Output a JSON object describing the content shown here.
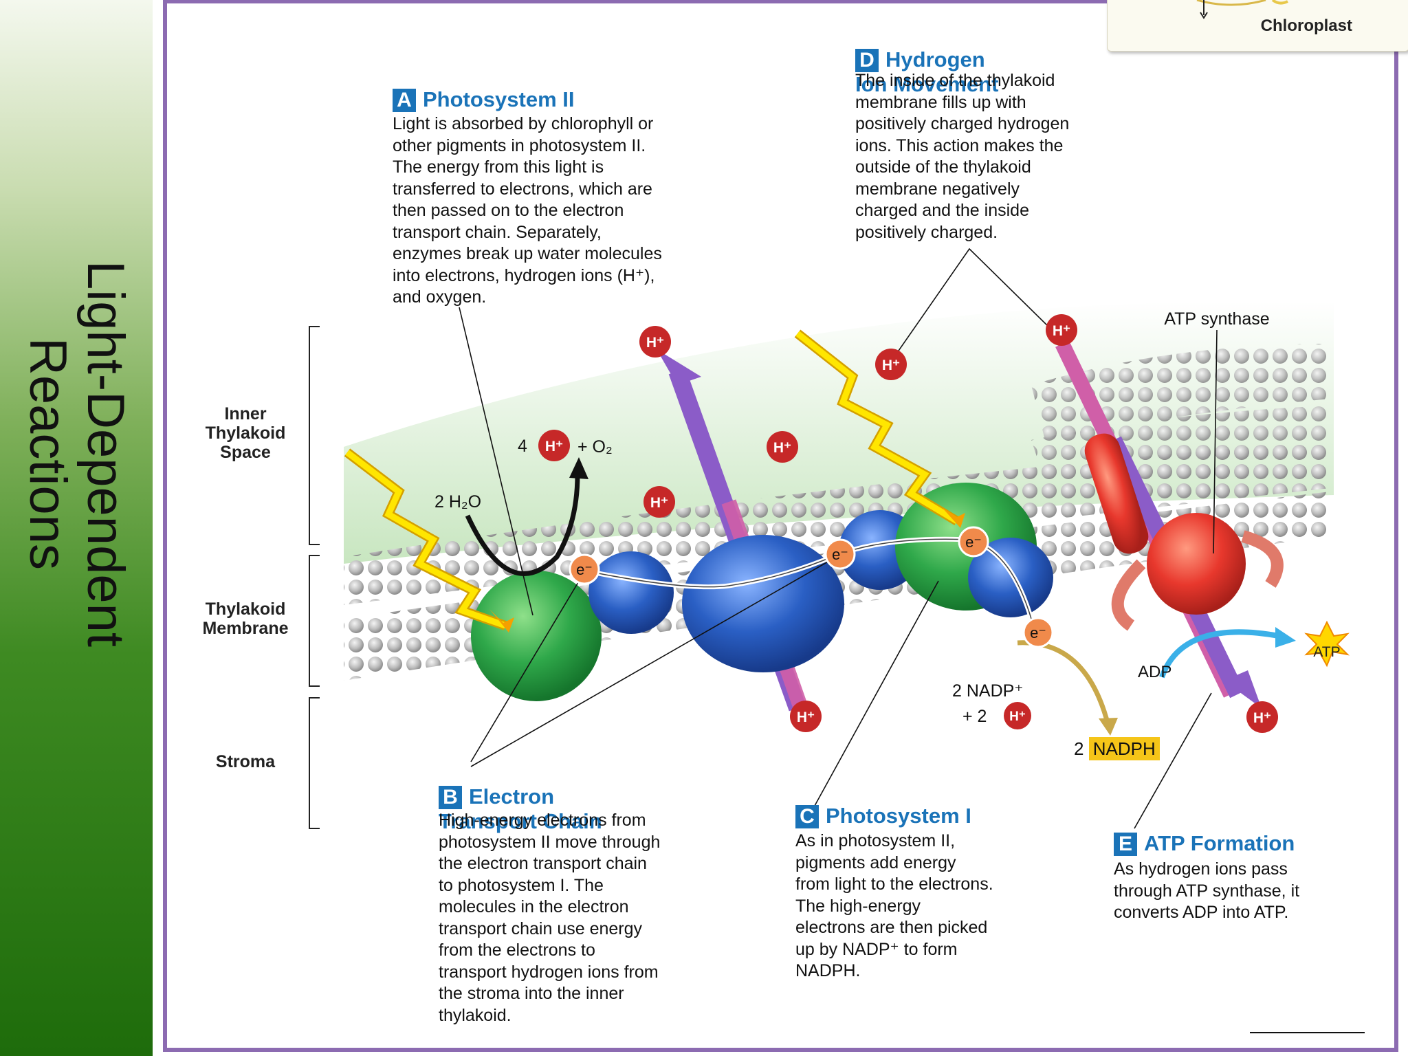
{
  "slide_title": "Light-Dependent\nReactions",
  "inset_label": "Chloroplast",
  "regions": {
    "inner": "Inner\nThylakoid\nSpace",
    "membrane": "Thylakoid\nMembrane",
    "stroma": "Stroma"
  },
  "labels": {
    "atp_synthase": "ATP synthase",
    "adp": "ADP",
    "atp": "ATP",
    "water": "2 H₂O",
    "four": "4",
    "o2": "+ O₂",
    "nadp_line1": "2  NADP⁺",
    "nadp_line2": "+ 2",
    "nadph_num": "2",
    "nadph": "NADPH",
    "h_ion": "H⁺",
    "electron": "e⁻"
  },
  "sections": {
    "A": {
      "letter": "A",
      "title": "Photosystem II",
      "text": "Light is absorbed by chlorophyll or\nother pigments in photosystem II.\nThe energy from this light is\ntransferred to electrons, which are\nthen passed on to the electron\ntransport chain. Separately,\nenzymes break up water molecules\ninto electrons, hydrogen ions (H⁺),\nand oxygen."
    },
    "B": {
      "letter": "B",
      "title": "Electron\nTransport Chain",
      "text": "High-energy electrons from\nphotosystem II move through\nthe electron transport chain\nto photosystem I. The\nmolecules in the electron\ntransport chain use energy\nfrom the electrons to\ntransport hydrogen ions from\nthe stroma into the inner\nthylakoid."
    },
    "C": {
      "letter": "C",
      "title": "Photosystem I",
      "text": "As in photosystem II,\npigments add energy\nfrom light to the electrons.\nThe high-energy\nelectrons are then picked\nup by NADP⁺ to form\nNADPH."
    },
    "D": {
      "letter": "D",
      "title": "Hydrogen\nIon Movement",
      "text": "The inside of the thylakoid\nmembrane fills up with\npositively charged hydrogen\nions. This action makes the\noutside of the thylakoid\nmembrane negatively\ncharged and the inside\npositively charged."
    },
    "E": {
      "letter": "E",
      "title": "ATP Formation",
      "text": "As hydrogen ions pass\nthrough ATP synthase, it\nconverts ADP into ATP."
    }
  },
  "colors": {
    "title_blue": "#1a73b8",
    "frame_purple": "#8c6bb1",
    "photosystem_green": "#2fa84a",
    "carrier_blue": "#2a5fc4",
    "synthase_red": "#e8382d",
    "h_ion_red": "#c62828",
    "electron_orange": "#f08a4b",
    "light_yellow": "#ffd800"
  }
}
